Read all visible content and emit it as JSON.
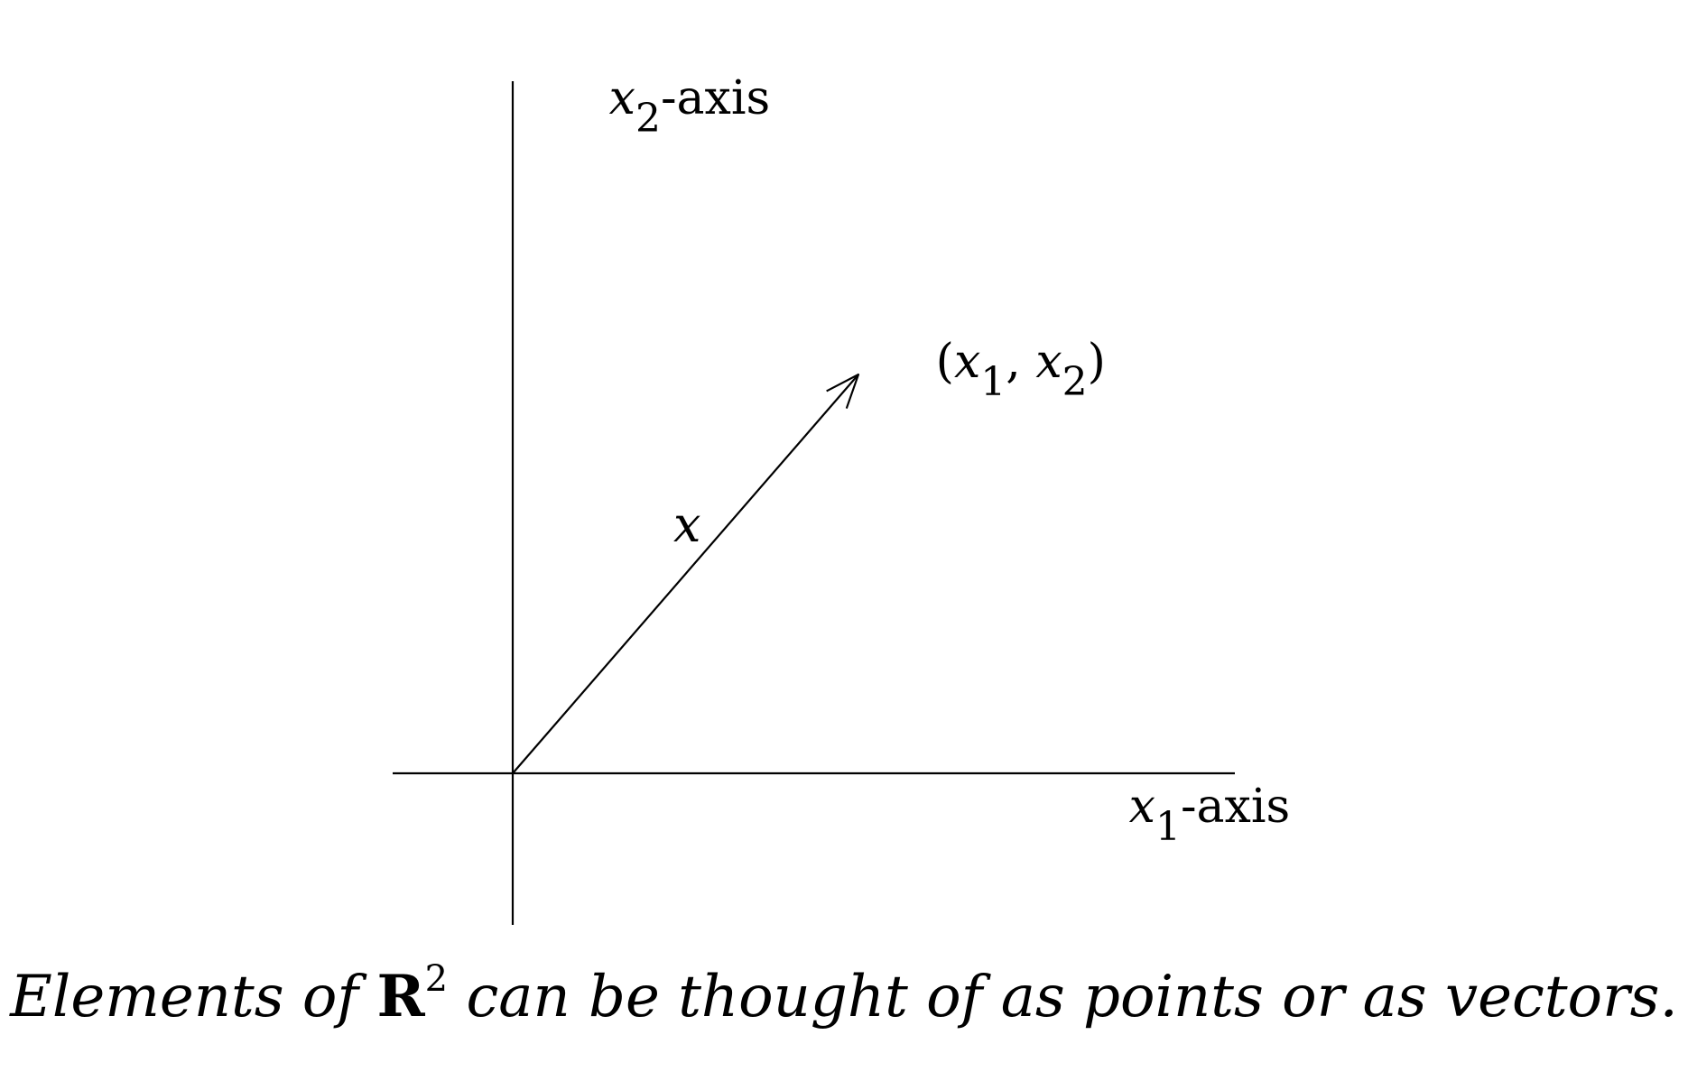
{
  "diagram": {
    "x2_axis_label": {
      "var": "x",
      "sub": "2",
      "suffix": "-axis"
    },
    "x1_axis_label": {
      "var": "x",
      "sub": "1",
      "suffix": "-axis"
    },
    "vector_label": "x",
    "point_label": {
      "open": "(",
      "var1": "x",
      "sub1": "1",
      "sep": ", ",
      "var2": "x",
      "sub2": "2",
      "close": ")"
    }
  },
  "caption": {
    "before": "Elements of ",
    "set_symbol": "R",
    "set_exponent": "2",
    "after": " can be thought of as points or as vectors."
  }
}
